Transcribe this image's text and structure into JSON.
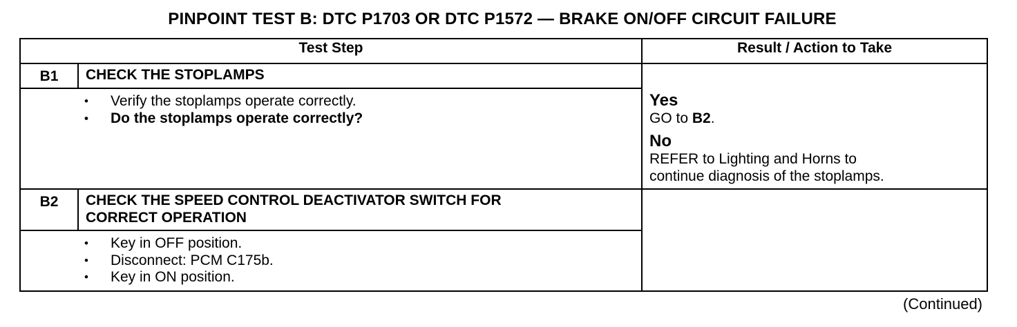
{
  "title": "PINPOINT TEST  B: DTC P1703 OR DTC P1572 — BRAKE ON/OFF CIRCUIT FAILURE",
  "columns": {
    "test_step": "Test Step",
    "result": "Result / Action to Take"
  },
  "steps": [
    {
      "id": "B1",
      "title": "CHECK THE STOPLAMPS",
      "bullets": [
        "Verify the stoplamps operate correctly.",
        "Do the stoplamps operate correctly?"
      ],
      "results": {
        "yes_label": "Yes",
        "yes_prefix": "GO to ",
        "yes_ref": "B2",
        "yes_suffix": ".",
        "no_label": "No",
        "no_line1": "REFER to Lighting and Horns to",
        "no_line2": "continue diagnosis of the stoplamps."
      }
    },
    {
      "id": "B2",
      "title_line1": "CHECK THE SPEED CONTROL DEACTIVATOR SWITCH FOR",
      "title_line2": "CORRECT OPERATION",
      "bullets": [
        "Key in OFF position.",
        "Disconnect: PCM C175b.",
        "Key in ON position."
      ]
    }
  ],
  "footer": "(Continued)"
}
